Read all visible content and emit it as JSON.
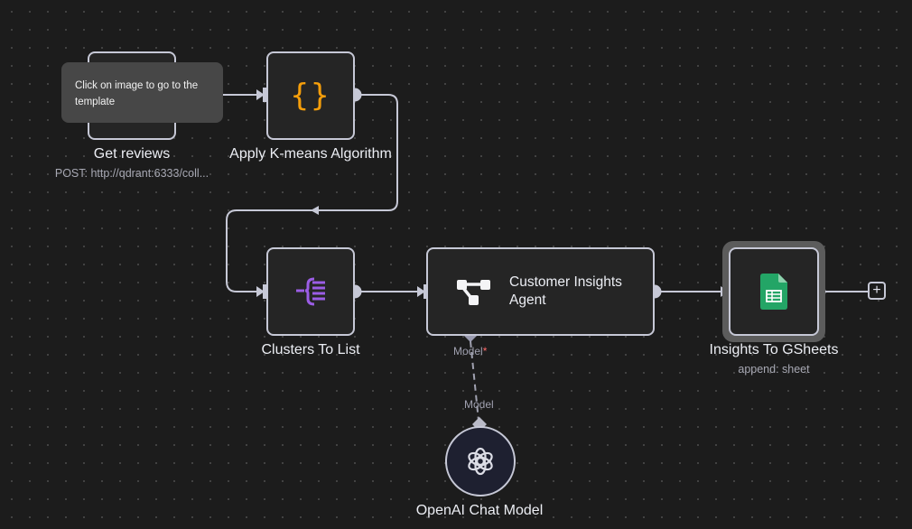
{
  "tooltip": {
    "text": "Click on image to go to the template"
  },
  "nodes": {
    "get_reviews": {
      "label": "Get reviews",
      "subtitle": "POST: http://qdrant:6333/coll...",
      "icon": "http-request-icon"
    },
    "kmeans": {
      "label": "Apply K-means Algorithm",
      "icon": "code-braces-icon",
      "icon_glyph": "{}",
      "icon_color": "#f59e0b"
    },
    "clusters": {
      "label": "Clusters To List",
      "icon": "split-out-icon",
      "icon_color": "#9b5de5"
    },
    "agent": {
      "label_line1": "Customer Insights",
      "label_line2": "Agent",
      "icon": "ai-agent-icon",
      "port_label": "Model",
      "port_required": "*"
    },
    "gsheets": {
      "label": "Insights To GSheets",
      "subtitle": "append: sheet",
      "icon": "google-sheets-icon",
      "icon_color": "#23a566"
    },
    "openai": {
      "label": "OpenAI Chat Model",
      "port_label": "Model",
      "icon": "openai-icon"
    }
  },
  "add_button": {
    "symbol": "+",
    "icon": "plus-icon"
  },
  "colors": {
    "background": "#1c1c1c",
    "node_border": "#c6c8d6",
    "node_fill": "#252525",
    "edge": "#c6c8d6"
  }
}
